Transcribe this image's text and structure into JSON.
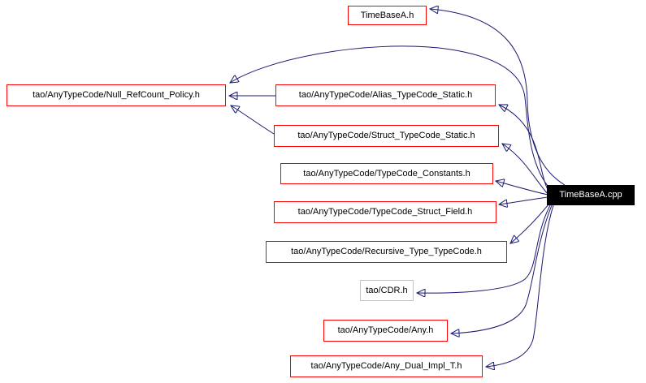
{
  "diagram": {
    "type": "include-dependency-graph",
    "background_color": "#ffffff",
    "edge_color": "#191970",
    "node_border_color": "#ff0000",
    "muted_node_border_color": "#c4c4c4",
    "focus_node": {
      "label": "TimeBaseA.cpp",
      "bg_color": "#000000",
      "text_color": "#ffffff"
    },
    "nodes": [
      {
        "id": "timebasea-h",
        "label": "TimeBaseA.h"
      },
      {
        "id": "null-refcount-policy-h",
        "label": "tao/AnyTypeCode/Null_RefCount_Policy.h"
      },
      {
        "id": "alias-typecode-static-h",
        "label": "tao/AnyTypeCode/Alias_TypeCode_Static.h"
      },
      {
        "id": "struct-typecode-static-h",
        "label": "tao/AnyTypeCode/Struct_TypeCode_Static.h"
      },
      {
        "id": "typecode-constants-h",
        "label": "tao/AnyTypeCode/TypeCode_Constants.h"
      },
      {
        "id": "typecode-struct-field-h",
        "label": "tao/AnyTypeCode/TypeCode_Struct_Field.h"
      },
      {
        "id": "recursive-type-typecode-h",
        "label": "tao/AnyTypeCode/Recursive_Type_TypeCode.h"
      },
      {
        "id": "cdr-h",
        "label": "tao/CDR.h"
      },
      {
        "id": "any-h",
        "label": "tao/AnyTypeCode/Any.h"
      },
      {
        "id": "any-dual-impl-t-h",
        "label": "tao/AnyTypeCode/Any_Dual_Impl_T.h"
      }
    ],
    "edges": [
      {
        "from": "TimeBaseA.cpp",
        "to": "TimeBaseA.h"
      },
      {
        "from": "TimeBaseA.cpp",
        "to": "tao/AnyTypeCode/Null_RefCount_Policy.h"
      },
      {
        "from": "tao/AnyTypeCode/Alias_TypeCode_Static.h",
        "to": "tao/AnyTypeCode/Null_RefCount_Policy.h"
      },
      {
        "from": "tao/AnyTypeCode/Struct_TypeCode_Static.h",
        "to": "tao/AnyTypeCode/Null_RefCount_Policy.h"
      },
      {
        "from": "TimeBaseA.cpp",
        "to": "tao/AnyTypeCode/Alias_TypeCode_Static.h"
      },
      {
        "from": "TimeBaseA.cpp",
        "to": "tao/AnyTypeCode/Struct_TypeCode_Static.h"
      },
      {
        "from": "TimeBaseA.cpp",
        "to": "tao/AnyTypeCode/TypeCode_Constants.h"
      },
      {
        "from": "TimeBaseA.cpp",
        "to": "tao/AnyTypeCode/TypeCode_Struct_Field.h"
      },
      {
        "from": "TimeBaseA.cpp",
        "to": "tao/AnyTypeCode/Recursive_Type_TypeCode.h"
      },
      {
        "from": "TimeBaseA.cpp",
        "to": "tao/CDR.h"
      },
      {
        "from": "TimeBaseA.cpp",
        "to": "tao/AnyTypeCode/Any.h"
      },
      {
        "from": "TimeBaseA.cpp",
        "to": "tao/AnyTypeCode/Any_Dual_Impl_T.h"
      }
    ]
  }
}
